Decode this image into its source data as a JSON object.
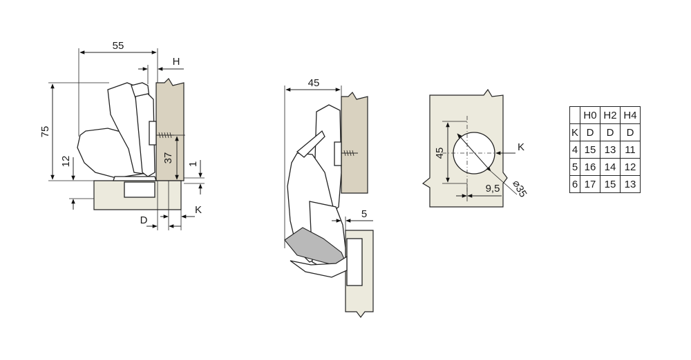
{
  "side_view": {
    "width_label": "55",
    "h_label": "H",
    "height_label": "75",
    "offset_label": "12",
    "screw_label": "37",
    "gap_label": "1",
    "d_label": "D",
    "k_label": "K"
  },
  "open_view": {
    "width_label": "45",
    "gap_label": "5"
  },
  "drill_view": {
    "spacing_label": "45",
    "k_label": "K",
    "edge_label": "9,5",
    "diameter_label": "⌀35"
  },
  "table": {
    "header": [
      "",
      "H0",
      "H2",
      "H4"
    ],
    "subheader": [
      "K",
      "D",
      "D",
      "D"
    ],
    "rows": [
      [
        "4",
        "15",
        "13",
        "11"
      ],
      [
        "5",
        "16",
        "14",
        "12"
      ],
      [
        "6",
        "17",
        "15",
        "13"
      ]
    ]
  }
}
